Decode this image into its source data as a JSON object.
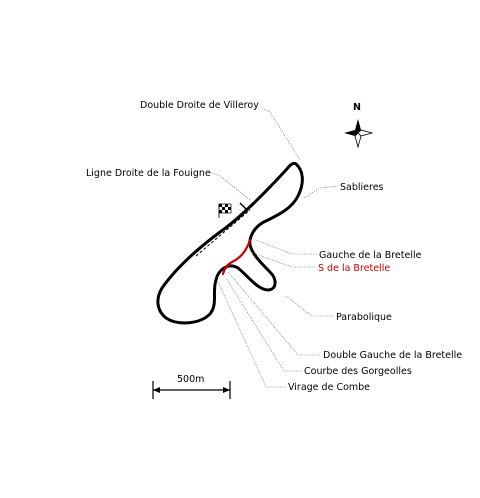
{
  "map": {
    "compass_label": "N",
    "scale_label": "500m",
    "colors": {
      "track": "#000000",
      "highlight": "#cc0000",
      "leader": "#666666"
    },
    "labels": [
      {
        "id": "double-droite-de-villeroy",
        "text": "Double Droite de Villeroy"
      },
      {
        "id": "ligne-droite-de-la-fouigne",
        "text": "Ligne Droite de la Fouigne"
      },
      {
        "id": "sablieres",
        "text": "Sablieres"
      },
      {
        "id": "gauche-de-la-bretelle",
        "text": "Gauche de la Bretelle"
      },
      {
        "id": "s-de-la-bretelle",
        "text": "S de la Bretelle",
        "highlighted": true
      },
      {
        "id": "parabolique",
        "text": "Parabolique"
      },
      {
        "id": "double-gauche-de-la-bretelle",
        "text": "Double Gauche de la Bretelle"
      },
      {
        "id": "courbe-des-gorgeolles",
        "text": "Courbe des Gorgeolles"
      },
      {
        "id": "virage-de-combe",
        "text": "Virage de Combe"
      }
    ]
  }
}
